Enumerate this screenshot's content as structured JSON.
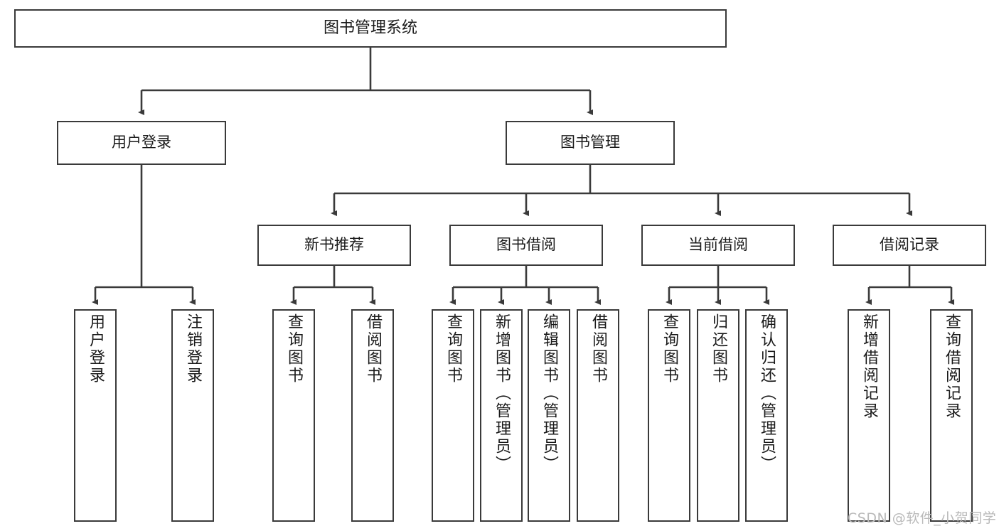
{
  "diagram": {
    "title": "图书管理系统",
    "type": "tree-hierarchy-diagram",
    "root": {
      "label": "图书管理系统"
    },
    "level1": [
      {
        "label": "用户登录"
      },
      {
        "label": "图书管理"
      }
    ],
    "level2": [
      {
        "label": "新书推荐"
      },
      {
        "label": "图书借阅"
      },
      {
        "label": "当前借阅"
      },
      {
        "label": "借阅记录"
      }
    ],
    "leaves": [
      {
        "label": "用户登录"
      },
      {
        "label": "注销登录"
      },
      {
        "label": "查询图书"
      },
      {
        "label": "借阅图书"
      },
      {
        "label": "查询图书"
      },
      {
        "label": "新增图书（管理员）"
      },
      {
        "label": "编辑图书（管理员）"
      },
      {
        "label": "借阅图书"
      },
      {
        "label": "查询图书"
      },
      {
        "label": "归还图书"
      },
      {
        "label": "确认归还（管理员）"
      },
      {
        "label": "新增借阅记录"
      },
      {
        "label": "查询借阅记录"
      }
    ],
    "colors": {
      "stroke": "#3a3a3a",
      "fill": "#ffffff",
      "text": "#1a1a1a",
      "watermark": "#b9b9b9"
    }
  },
  "watermark": {
    "text": "CSDN @软件_小贺同学"
  }
}
